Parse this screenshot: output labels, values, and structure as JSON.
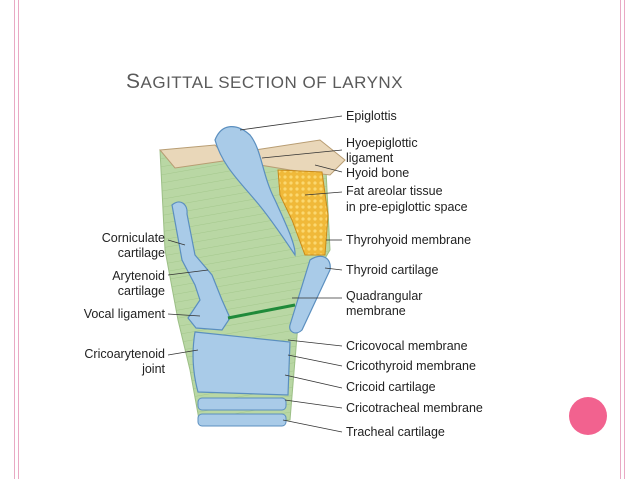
{
  "slide": {
    "title_first": "S",
    "title_rest": "AGITTAL SECTION OF LARYNX"
  },
  "labels": {
    "epiglottis": "Epiglottis",
    "hyoepiglottic_1": "Hyoepiglottic",
    "hyoepiglottic_2": "ligament",
    "hyoid_bone": "Hyoid bone",
    "fat_1": "Fat areolar tissue",
    "fat_2": "in pre-epiglottic space",
    "thyrohyoid": "Thyrohyoid membrane",
    "thyroid_cartilage": "Thyroid cartilage",
    "quadrangular_1": "Quadrangular",
    "quadrangular_2": "membrane",
    "cricovocal": "Cricovocal membrane",
    "cricothyroid": "Cricothyroid membrane",
    "cricoid": "Cricoid cartilage",
    "cricotracheal": "Cricotracheal membrane",
    "tracheal": "Tracheal cartilage",
    "corniculate_1": "Corniculate",
    "corniculate_2": "cartilage",
    "arytenoid_1": "Arytenoid",
    "arytenoid_2": "cartilage",
    "vocal_ligament": "Vocal ligament",
    "cricoarytenoid_1": "Cricoarytenoid",
    "cricoarytenoid_2": "joint"
  },
  "colors": {
    "frame": "#e9a9c4",
    "accent_dot": "#f2628f",
    "muscle_green": "#b9d7a4",
    "cartilage_blue": "#a9cbe8",
    "fat_yellow": "#f0b939",
    "bone_tan": "#e9d7b9",
    "ligament_green": "#1f8a3a"
  }
}
